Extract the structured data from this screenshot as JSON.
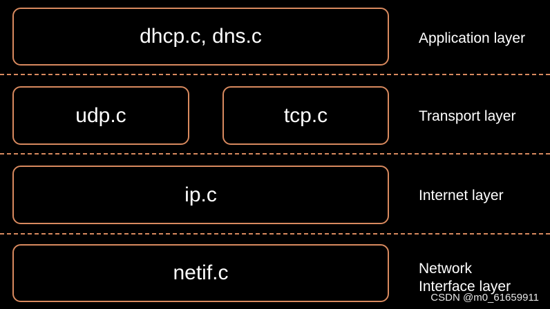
{
  "colors": {
    "background": "#000000",
    "box_border": "#d98a5f",
    "divider": "#d98a5f",
    "text": "#ffffff"
  },
  "boxes": {
    "application": "dhcp.c, dns.c",
    "udp": "udp.c",
    "tcp": "tcp.c",
    "ip": "ip.c",
    "netif": "netif.c"
  },
  "layers": {
    "application": "Application layer",
    "transport": "Transport layer",
    "internet": "Internet layer",
    "network_line1": "Network",
    "network_line2": "Interface layer"
  },
  "watermark": "CSDN @m0_61659911"
}
